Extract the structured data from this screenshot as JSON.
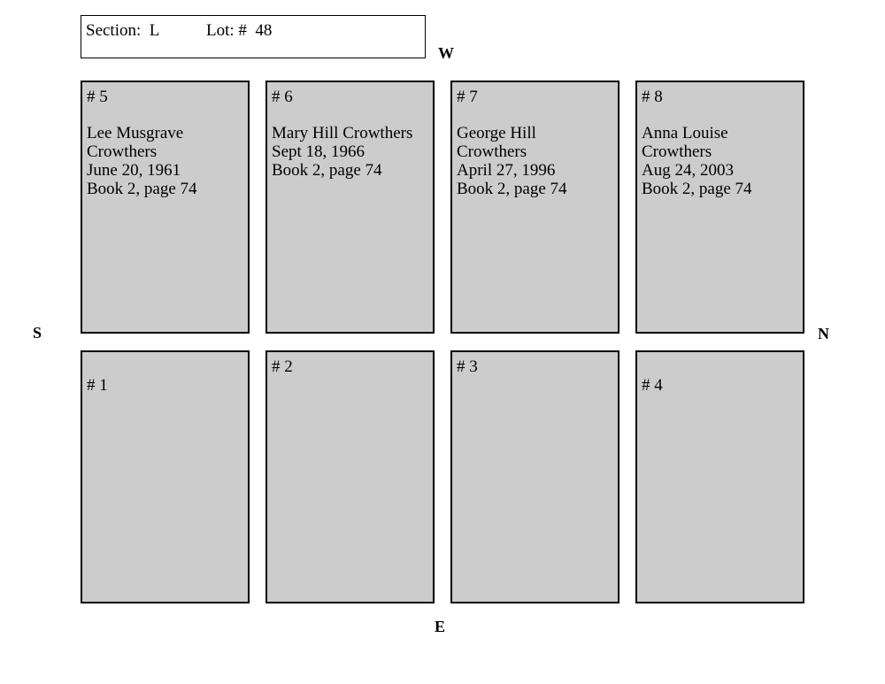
{
  "header": {
    "section_label": "Section:  L",
    "lot_label": "Lot: #  48"
  },
  "compass": {
    "west": "W",
    "south": "S",
    "north": "N",
    "east": "E"
  },
  "plots": {
    "p5": {
      "number": "# 5",
      "lines": [
        "Lee Musgrave",
        "Crowthers",
        "June 20, 1961",
        "Book 2, page 74"
      ]
    },
    "p6": {
      "number": "# 6",
      "lines": [
        "Mary Hill Crowthers",
        "Sept 18, 1966",
        "Book 2, page 74"
      ]
    },
    "p7": {
      "number": "# 7",
      "lines": [
        "George Hill",
        "Crowthers",
        "April 27, 1996",
        "Book 2, page 74"
      ]
    },
    "p8": {
      "number": "# 8",
      "lines": [
        "Anna Louise",
        "Crowthers",
        "Aug 24, 2003",
        "Book 2, page 74"
      ]
    },
    "p1": {
      "number": "# 1"
    },
    "p2": {
      "number": "# 2"
    },
    "p3": {
      "number": "# 3"
    },
    "p4": {
      "number": "# 4"
    }
  },
  "colors": {
    "plot_fill": "#cccccc",
    "border": "#000000",
    "background": "#ffffff"
  }
}
